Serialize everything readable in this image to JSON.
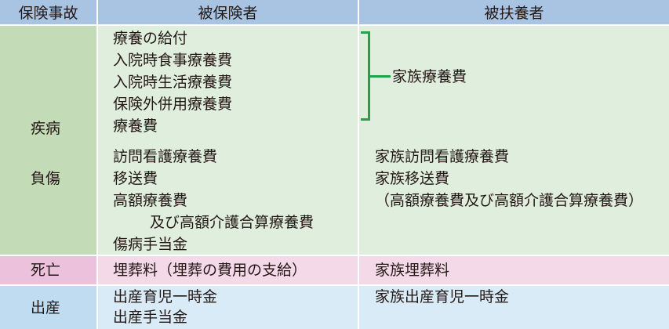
{
  "colors": {
    "header": "#a9c4e3",
    "illness_row": "#e0eedd",
    "illness_label": "#c3dbb7",
    "death_row": "#f4d9e8",
    "death_label": "#ecc1db",
    "birth_row": "#d8ebf6",
    "birth_label": "#bfdcf0",
    "bracket": "#22a24a"
  },
  "headers": {
    "accident": "保険事故",
    "insured": "被保険者",
    "dependent": "被扶養者"
  },
  "rows": {
    "illness": {
      "label_line1": "疾病",
      "label_line2": "負傷",
      "insured_group1": [
        "療養の給付",
        "入院時食事療養費",
        "入院時生活療養費",
        "保険外併用療養費",
        "療養費"
      ],
      "insured_group2": [
        "訪問看護療養費",
        "移送費",
        "高額療養費",
        "及び高額介護合算療養費",
        "傷病手当金"
      ],
      "dependent_bracket_label": "家族療養費",
      "dependent_group2": [
        "家族訪問看護療養費",
        "家族移送費",
        "（高額療養費及び高額介護合算療養費）"
      ]
    },
    "death": {
      "label": "死亡",
      "insured": "埋葬料（埋葬の費用の支給）",
      "dependent": "家族埋葬料"
    },
    "birth": {
      "label": "出産",
      "insured": [
        "出産育児一時金",
        "出産手当金"
      ],
      "dependent": "家族出産育児一時金"
    }
  }
}
